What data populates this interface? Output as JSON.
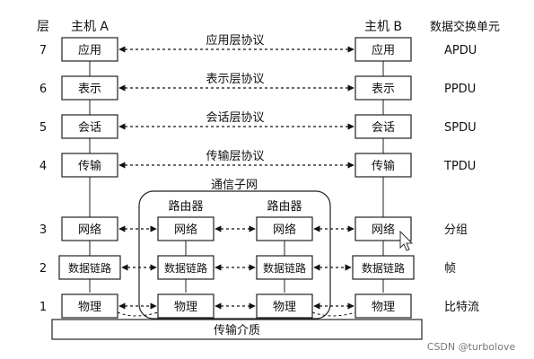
{
  "header": {
    "layer": "层",
    "host_a": "主机 A",
    "host_b": "主机 B",
    "pdu": "数据交换单元"
  },
  "layers": [
    {
      "num": "7",
      "name": "应用",
      "protocol": "应用层协议",
      "pdu": "APDU"
    },
    {
      "num": "6",
      "name": "表示",
      "protocol": "表示层协议",
      "pdu": "PPDU"
    },
    {
      "num": "5",
      "name": "会话",
      "protocol": "会话层协议",
      "pdu": "SPDU"
    },
    {
      "num": "4",
      "name": "传输",
      "protocol": "传输层协议",
      "pdu": "TPDU"
    },
    {
      "num": "3",
      "name": "网络",
      "pdu": "分组"
    },
    {
      "num": "2",
      "name": "数据链路",
      "pdu": "帧"
    },
    {
      "num": "1",
      "name": "物理",
      "pdu": "比特流"
    }
  ],
  "subnet": {
    "title": "通信子网",
    "router_label": "路由器"
  },
  "medium": "传输介质",
  "watermark": "CSDN @turbolove"
}
